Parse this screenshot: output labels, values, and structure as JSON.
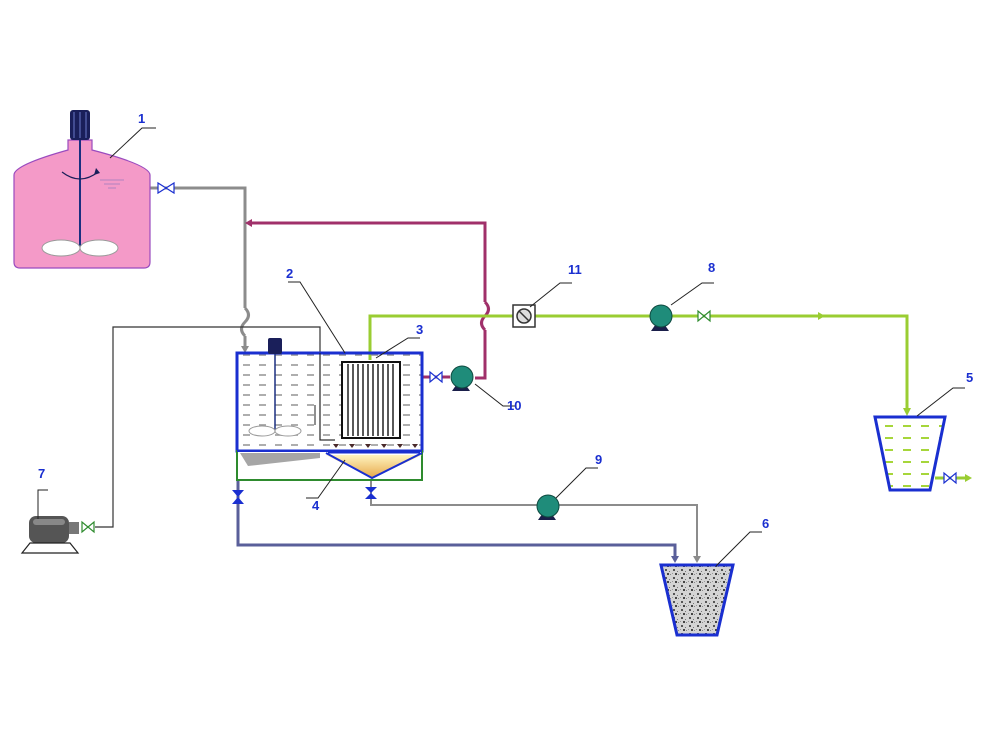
{
  "labels": {
    "feed_tank": "1",
    "reactor": "2",
    "membrane_module": "3",
    "settling_hopper": "4",
    "permeate_tank": "5",
    "sludge_tank": "6",
    "air_blower": "7",
    "permeate_pump": "8",
    "sludge_pump": "9",
    "recycle_pump": "10",
    "flow_meter": "11"
  },
  "colors": {
    "feed_line": "#8c8c8c",
    "recycle_line": "#a0306a",
    "permeate_line": "#9acd32",
    "air_line": "#333333",
    "drain_line": "#5a5f9a",
    "sludge_line": "#8c8c8c",
    "vessel_border": "#1a2fd0",
    "feed_tank_fill": "#f49ac8",
    "pump_fill": "#1f8c7a",
    "label_text": "#1a2fd0"
  }
}
